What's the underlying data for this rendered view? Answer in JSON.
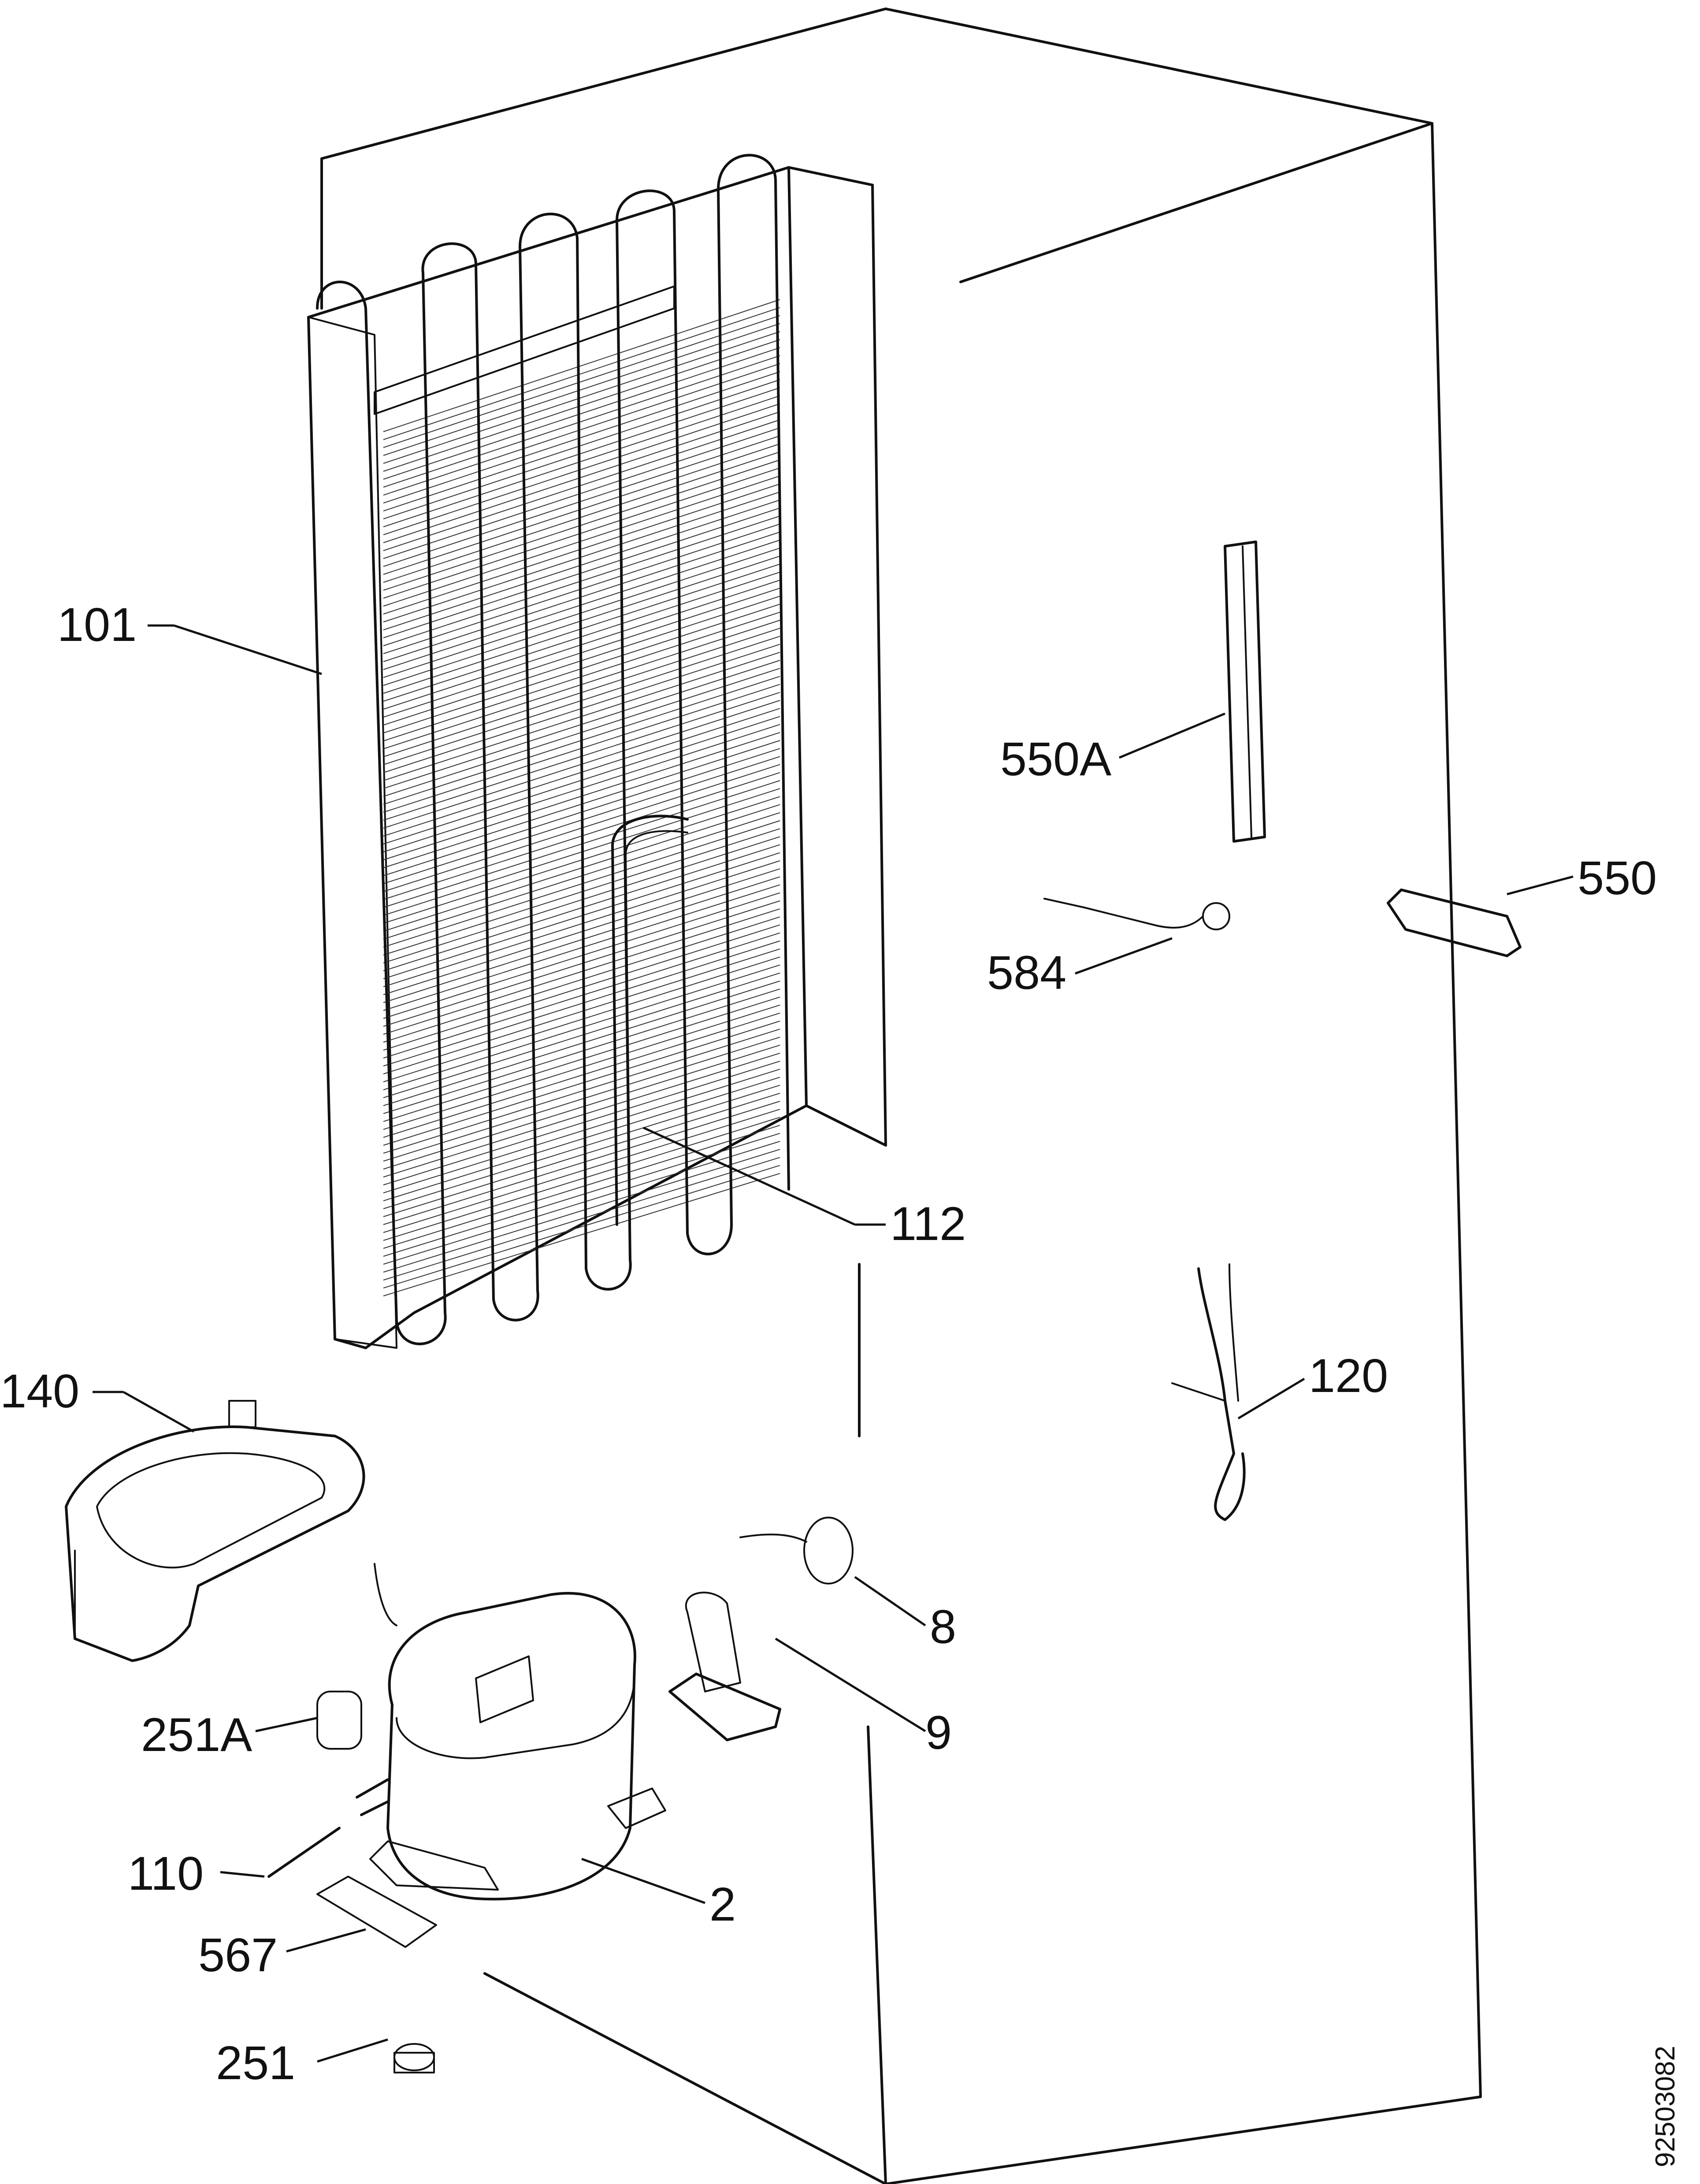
{
  "diagram": {
    "document_number": "92503082",
    "part_labels": [
      {
        "id": "101",
        "text": "101"
      },
      {
        "id": "112",
        "text": "112"
      },
      {
        "id": "140",
        "text": "140"
      },
      {
        "id": "251A",
        "text": "251A"
      },
      {
        "id": "110",
        "text": "110"
      },
      {
        "id": "567",
        "text": "567"
      },
      {
        "id": "251",
        "text": "251"
      },
      {
        "id": "2",
        "text": "2"
      },
      {
        "id": "9",
        "text": "9"
      },
      {
        "id": "8",
        "text": "8"
      },
      {
        "id": "550A",
        "text": "550A"
      },
      {
        "id": "584",
        "text": "584"
      },
      {
        "id": "550",
        "text": "550"
      },
      {
        "id": "120",
        "text": "120"
      }
    ]
  }
}
